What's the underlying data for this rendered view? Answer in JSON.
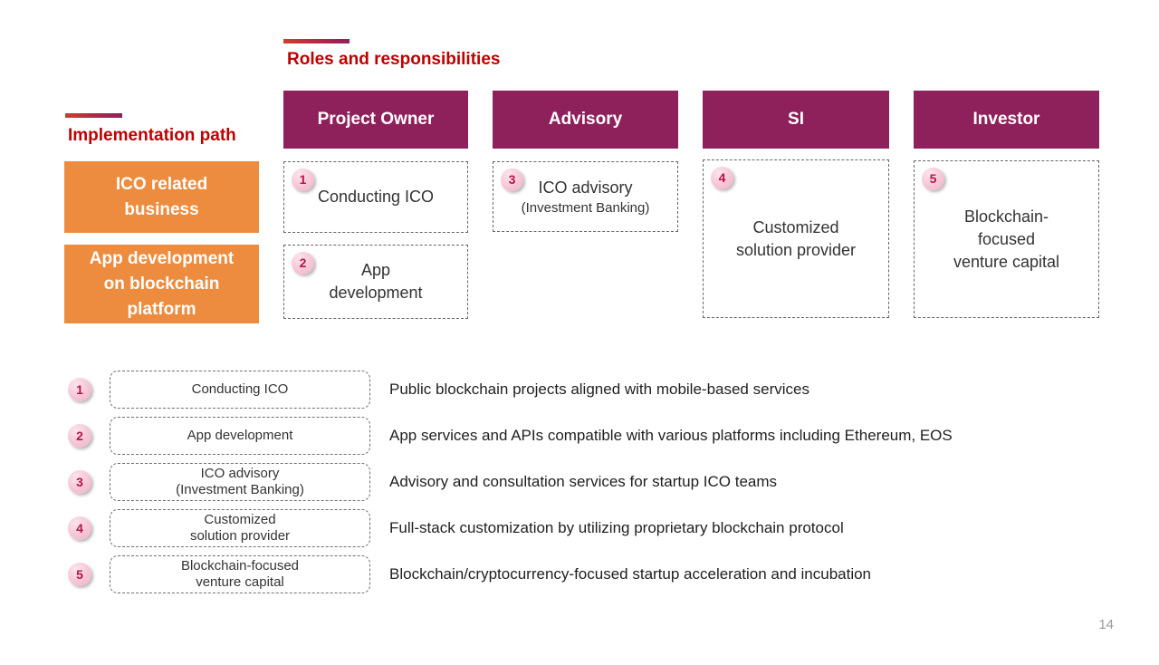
{
  "slide": {
    "roles_title": "Roles and responsibilities",
    "implementation_title": "Implementation path",
    "page_number": "14"
  },
  "columns": [
    {
      "label": "Project Owner"
    },
    {
      "label": "Advisory"
    },
    {
      "label": "SI"
    },
    {
      "label": "Investor"
    }
  ],
  "row_labels": [
    {
      "label": "ICO related\nbusiness"
    },
    {
      "label": "App development\non blockchain\nplatform"
    }
  ],
  "cells": [
    {
      "num": "1",
      "label": "Conducting ICO"
    },
    {
      "num": "2",
      "label": "App\ndevelopment"
    },
    {
      "num": "3",
      "label": "ICO advisory",
      "sublabel": "(Investment Banking)"
    },
    {
      "num": "4",
      "label": "Customized\nsolution provider"
    },
    {
      "num": "5",
      "label": "Blockchain-\nfocused\nventure capital"
    }
  ],
  "legend": [
    {
      "num": "1",
      "label": "Conducting ICO",
      "description": "Public blockchain projects aligned with mobile-based services"
    },
    {
      "num": "2",
      "label": "App development",
      "description": "App services and APIs compatible with various platforms including Ethereum, EOS"
    },
    {
      "num": "3",
      "label": "ICO advisory\n(Investment Banking)",
      "description": "Advisory and consultation services for startup ICO teams"
    },
    {
      "num": "4",
      "label": "Customized\nsolution provider",
      "description": "Full-stack customization by utilizing proprietary blockchain protocol"
    },
    {
      "num": "5",
      "label": "Blockchain-focused\nventure capital",
      "description": "Blockchain/cryptocurrency-focused startup acceleration and incubation"
    }
  ],
  "colors": {
    "header_purple": "#8e215b",
    "row_orange": "#ed8c3e",
    "title_red": "#c00000",
    "badge_pink": "#f5c3d3",
    "badge_number": "#b5144b"
  }
}
